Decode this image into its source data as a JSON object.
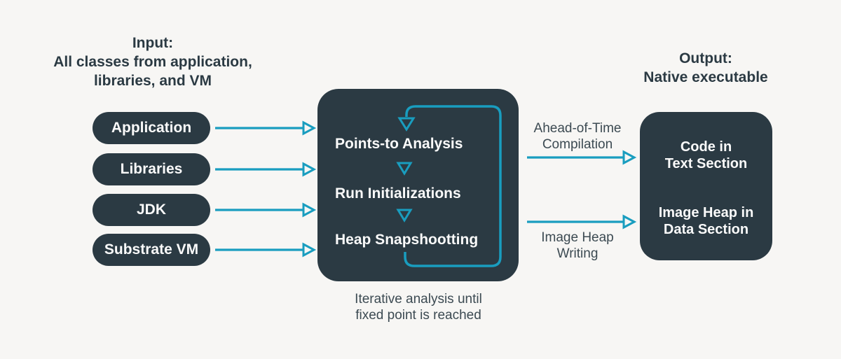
{
  "colors": {
    "background": "#f7f6f4",
    "node_fill": "#2b3a43",
    "accent": "#199dbf",
    "heading_text": "#2b3a43",
    "label_text": "#3c4a52",
    "node_text": "#fafafa"
  },
  "input": {
    "heading": {
      "line1": "Input:",
      "line2": "All classes from application,",
      "line3": "libraries, and VM"
    },
    "items": [
      {
        "label": "Application"
      },
      {
        "label": "Libraries"
      },
      {
        "label": "JDK"
      },
      {
        "label": "Substrate VM"
      }
    ]
  },
  "analysis": {
    "steps": [
      {
        "label": "Points-to Analysis"
      },
      {
        "label": "Run Initializations"
      },
      {
        "label": "Heap Snapshootting"
      }
    ],
    "caption": {
      "line1": "Iterative analysis until",
      "line2": "fixed point is reached"
    }
  },
  "flow_labels": {
    "aot": {
      "line1": "Ahead-of-Time",
      "line2": "Compilation"
    },
    "heap": {
      "line1": "Image Heap",
      "line2": "Writing"
    }
  },
  "output": {
    "heading": {
      "line1": "Output:",
      "line2": "Native executable"
    },
    "box": {
      "group1_line1": "Code in",
      "group1_line2": "Text Section",
      "group2_line1": "Image Heap in",
      "group2_line2": "Data Section"
    }
  }
}
